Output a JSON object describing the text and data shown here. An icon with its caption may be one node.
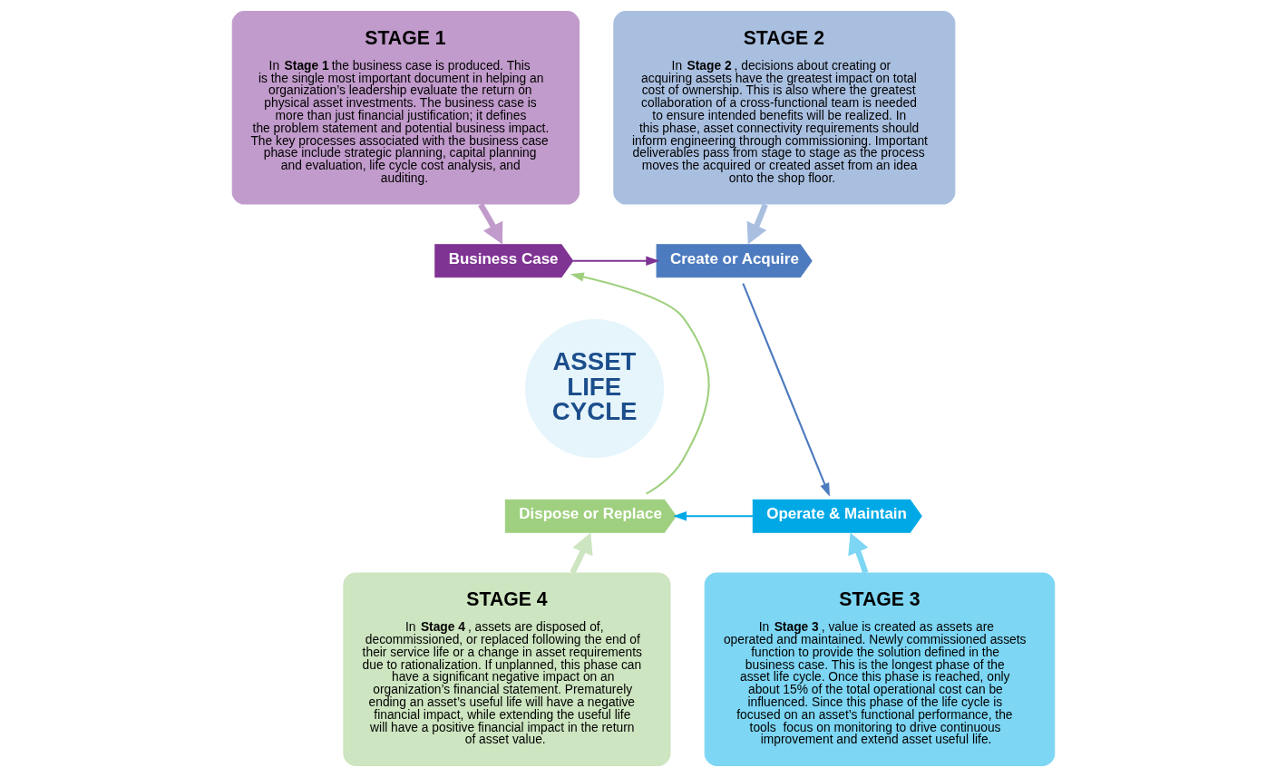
{
  "diagram": {
    "nodes": [
      {
        "text": [
          "STAGE 1",
          "In **Stage 1** the business case is produced. This is the single most important document in helping an organization’s leadership evaluate the return on physical asset investments. The business case is more than just financial justification; it defines the problem statement and potential business impact. The key processes associated with the business case phase include strategic planning, capital planning and evaluation, life cycle cost analysis, and auditing."
        ]
      },
      {
        "text": [
          "STAGE 2",
          "In **Stage 2**, decisions about creating or acquiring assets have the greatest impact on total cost of ownership. This is also where the greatest collaboration of a cross-functional team is needed to ensure intended benefits will be realized. In this phase, asset connectivity requirements should inform engineering through commissioning. Important deliverables pass from stage to stage as the process moves the acquired or created asset from an idea onto the shop floor."
        ]
      },
      {
        "text": [
          "Business Case"
        ]
      },
      {
        "text": [
          "Create or Acquire"
        ]
      },
      {
        "text": [
          "ASSET LIFE CYCLE"
        ]
      },
      {
        "text": [
          "Dispose or Replace"
        ]
      },
      {
        "text": [
          "Operate & Maintain"
        ]
      },
      {
        "text": [
          "STAGE 4",
          "In **Stage 4**, assets are disposed of, decommissioned, or replaced following the end of their service life or a change in asset requirements due to rationalization. If unplanned, this phase can have a significant negative impact on an organization’s financial statement. Prematurely ending an asset’s useful life will have a negative financial impact, while extending the useful life will have a positive financial impact in the return of asset value."
        ]
      },
      {
        "text": [
          "STAGE 3",
          "In **Stage 3**, value is created as assets are operated and maintained. Newly commissioned assets function to provide the solution defined in the business case. This is the longest phase of the asset life cycle. Once this phase is reached, only about 15% of the total operational cost can be influenced. Since this phase of the life cycle is focused on an asset’s functional performance, the tools  focus on monitoring to drive continuous improvement and extend asset useful life."
        ]
      }
    ],
    "edges": [
      {
        "from": 0,
        "to": 2,
        "arrow": "to",
        "style": "thick",
        "color": "#c19bcb"
      },
      {
        "from": 1,
        "to": 3,
        "arrow": "to",
        "style": "thick",
        "color": "#a9bfe0"
      },
      {
        "from": 2,
        "to": 3,
        "arrow": "to",
        "color": "#7f3393"
      },
      {
        "from": 3,
        "to": 6,
        "arrow": "to",
        "color": "#4d7bbf"
      },
      {
        "from": 6,
        "to": 5,
        "arrow": "to",
        "color": "#00a9e6"
      },
      {
        "from": 5,
        "to": 2,
        "arrow": "to",
        "color": "#9fd07f"
      },
      {
        "from": 8,
        "to": 6,
        "arrow": "to",
        "style": "thick",
        "color": "#7dd6f3"
      },
      {
        "from": 7,
        "to": 5,
        "arrow": "to",
        "style": "thick",
        "color": "#cde5c0"
      }
    ]
  }
}
